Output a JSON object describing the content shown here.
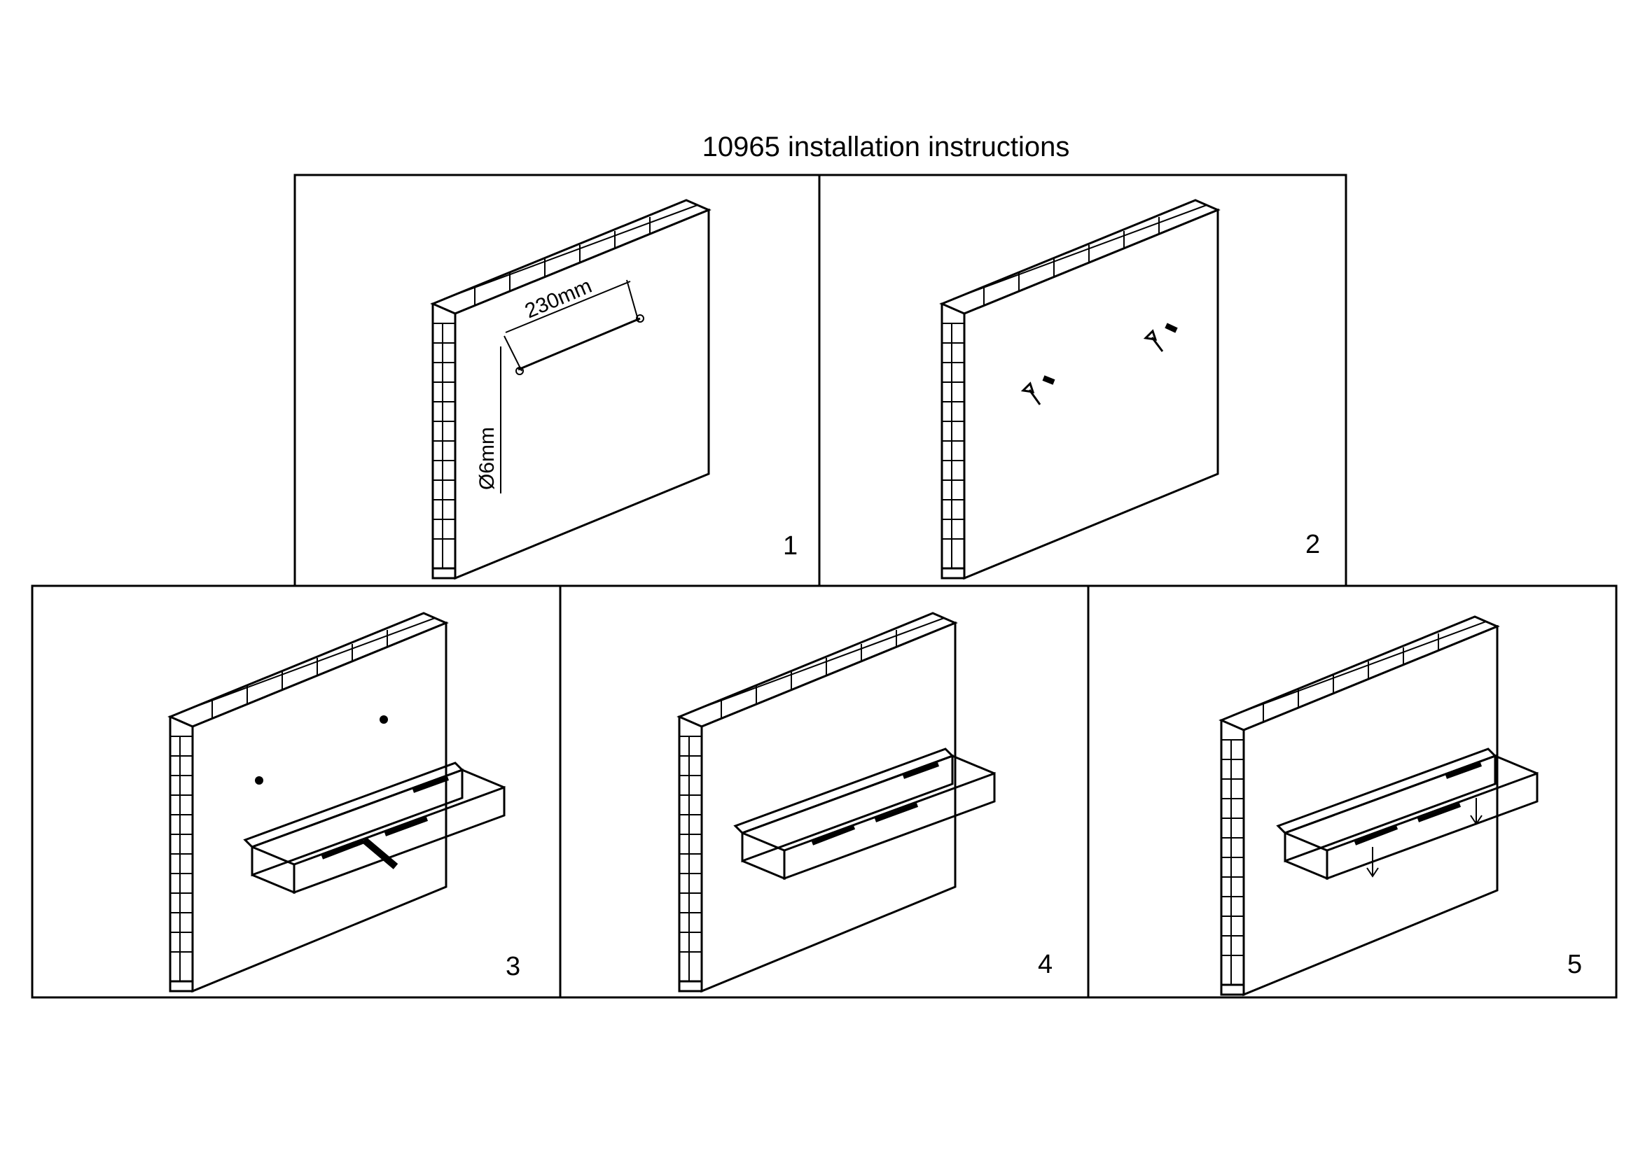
{
  "title": "10965 installation instructions",
  "steps": [
    {
      "number": "1",
      "annotations": {
        "spacing": "230mm",
        "drill": "Ø6mm"
      }
    },
    {
      "number": "2"
    },
    {
      "number": "3"
    },
    {
      "number": "4"
    },
    {
      "number": "5"
    }
  ]
}
